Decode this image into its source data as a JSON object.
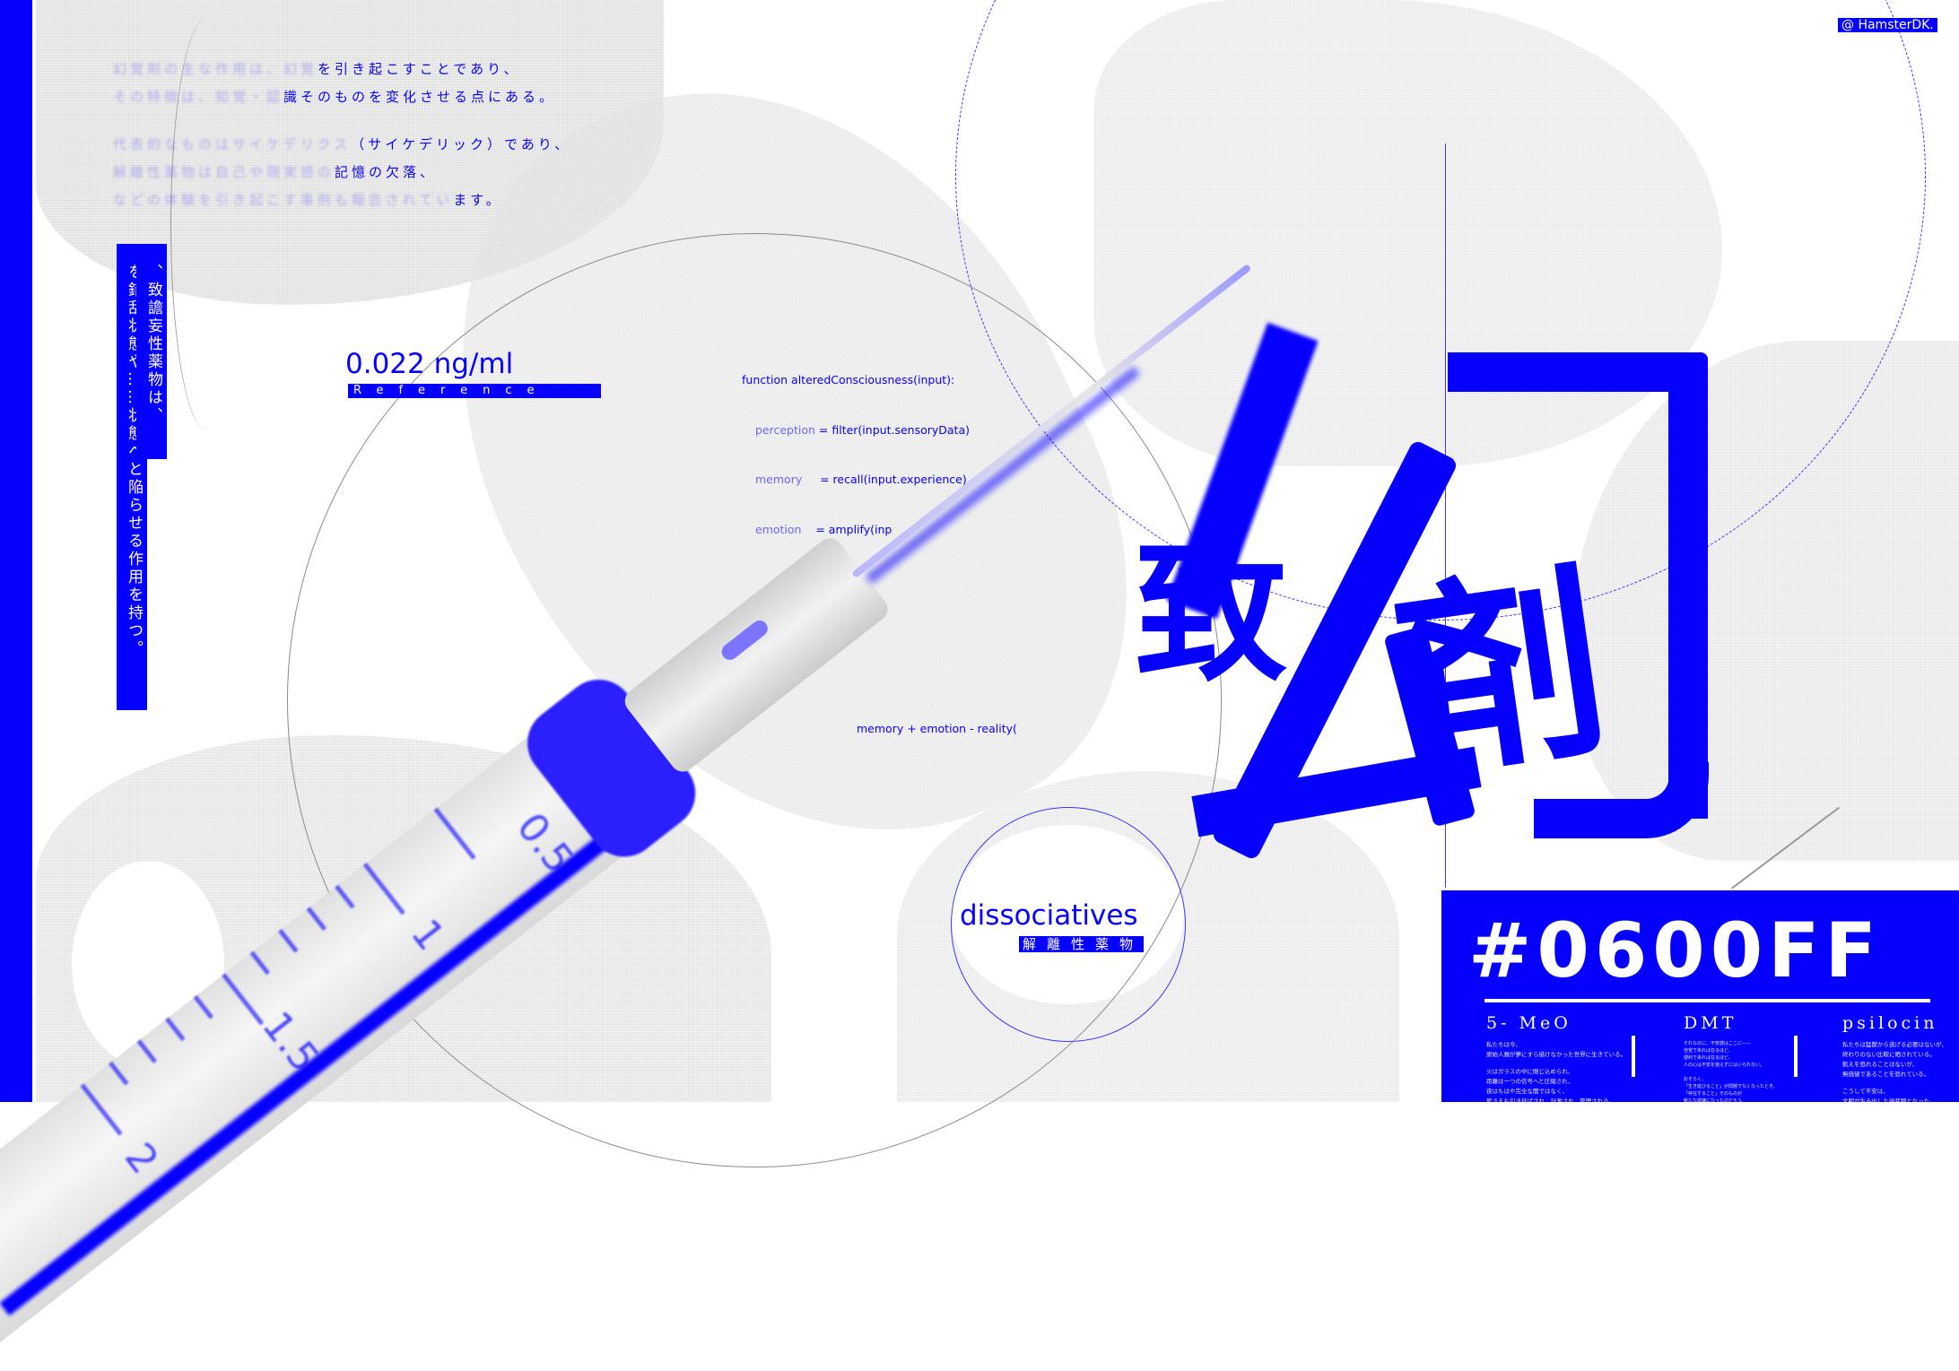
{
  "brand": {
    "accent": "#0600FF",
    "credit": "@ HamsterDK."
  },
  "intro_paragraph": {
    "lines": [
      {
        "faded": "幻覚剤の主な作用は、幻覚",
        "text": "を引き起こすことであり、"
      },
      {
        "faded": "その特徴は、知覚・認",
        "text": "識そのものを変化させる点にある。"
      },
      {
        "faded": "代表的なものはサイケデリクス",
        "text": "（サイケデリック）であり、"
      },
      {
        "faded": "解離性薬物は自己や現実感の",
        "text": "記憶の欠落、"
      },
      {
        "faded": "などの体験を引き起こす事例も報告されてい",
        "text": "ます。"
      }
    ]
  },
  "vertical_text": {
    "col1": "、致譫妄性薬物は、",
    "col2": "を錯乱状態や……状態へと陥らせる作用を持つ。"
  },
  "reference": {
    "value": "0.022  ng/ml",
    "label": "Reference Valu"
  },
  "code_block": {
    "line1": "function alteredConsciousness(input):",
    "line2_key": "perception",
    "line2_val": " = filter(input.sensoryData)",
    "line3_key": "memory",
    "line3_val": "     = recall(input.experience)",
    "line4_key": "emotion",
    "line4_val": "    = amplify(inp",
    "line5": "memory + emotion - reality("
  },
  "syringe": {
    "scale_marks": [
      "0.5",
      "1",
      "1.5",
      "2"
    ]
  },
  "title_kanji": {
    "main": "幻",
    "left": "致",
    "right": "剤",
    "reading": "致幻剤"
  },
  "category": {
    "label": "dissociatives",
    "label_ja": "解離性薬物"
  },
  "panel": {
    "hex_title": "#0600FF",
    "columns": [
      {
        "title": "5- MeO",
        "body": [
          "私たちは今、",
          "原始人類が夢にすら描けなかった世界に生きている。",
          "",
          "火はガラスの中に閉じ込められ、",
          "距離は一つの信号へと圧縮され、",
          "夜はもはや完全な闇ではなく、",
          "死さえも引き延ばされ、計測され、管理される。"
        ]
      },
      {
        "title": "DMT",
        "body": [
          "それなのに、不安感はここに——",
          "自覚であれば在るほど、",
          "便利であれば在るほど、",
          "人の心は不安を抱えずにはいられない。",
          "",
          "おそらく、",
          "「生き延びること」が問題でなくなったとき、",
          "「存在すること」そのものが",
          "新たな試練になったのだろう。"
        ]
      },
      {
        "title": "psilocin",
        "body": [
          "私たちは猛獣から逃げる必要はないが、",
          "終わりのない比較に晒されている。",
          "飢えを恐れることはないが、",
          "無価値であることを恐れている。",
          "",
          "こうして不安は、",
          "文明が生み出した副産物となった。"
        ]
      }
    ]
  }
}
